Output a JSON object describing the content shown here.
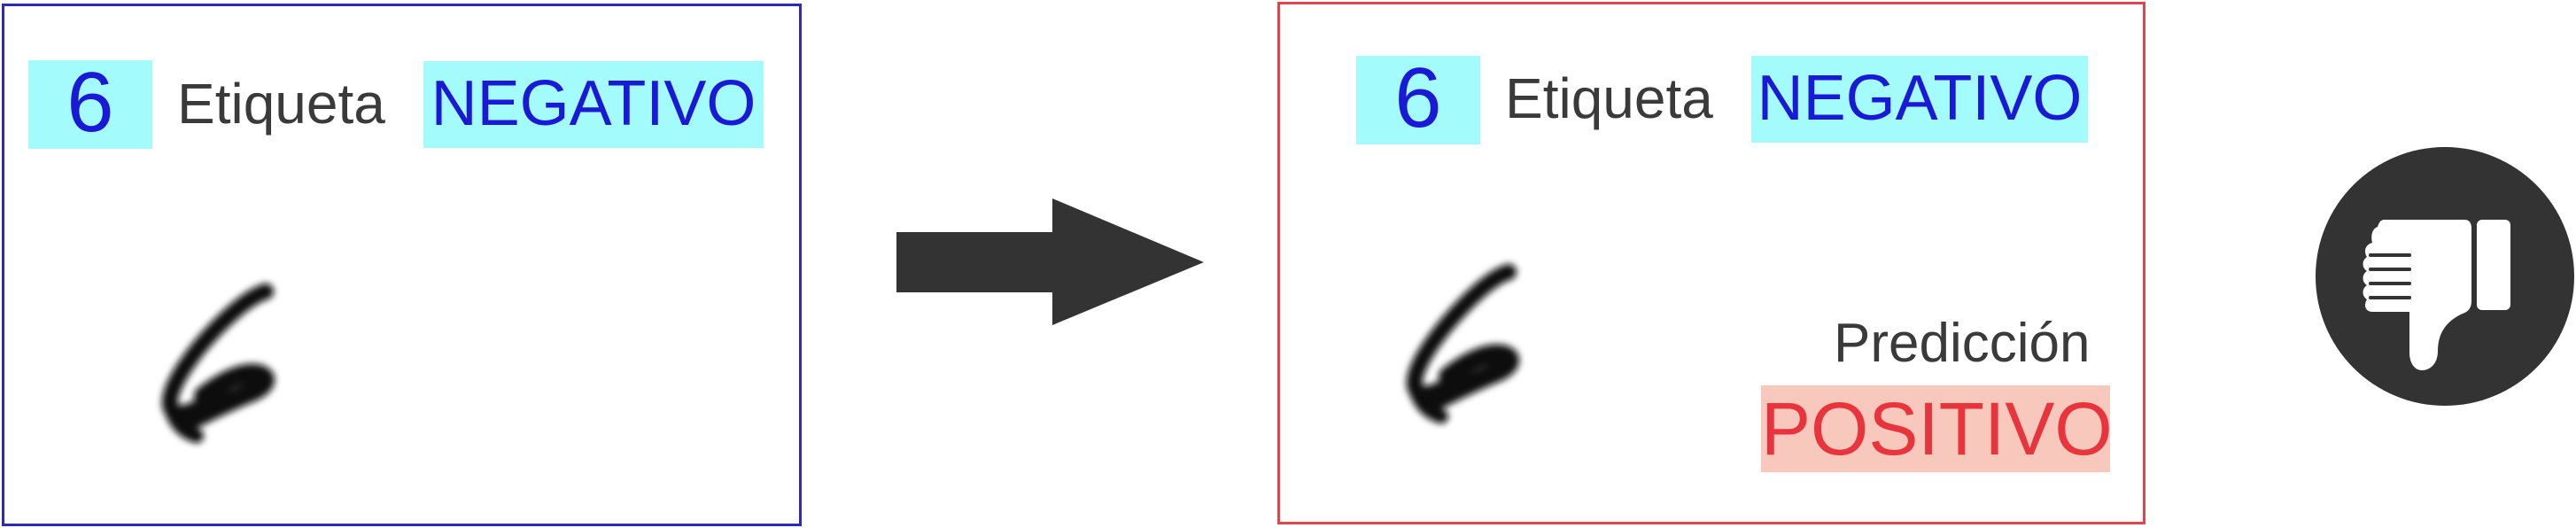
{
  "left_panel": {
    "digit": "6",
    "label_caption": "Etiqueta",
    "label_value": "NEGATIVO"
  },
  "right_panel": {
    "digit": "6",
    "label_caption": "Etiqueta",
    "label_value": "NEGATIVO",
    "prediction_caption": "Predicción",
    "prediction_value": "POSITIVO"
  },
  "icons": {
    "arrow": "arrow-right-icon",
    "result": "thumbs-down-icon"
  },
  "colors": {
    "left_border": "#2b2bb5",
    "right_border": "#e0444c",
    "highlight_cyan": "#a3fbfb",
    "highlight_pink": "#f8c8bc",
    "label_blue": "#1a1ad6",
    "prediction_red": "#e8343c",
    "icon_dark": "#333333"
  }
}
